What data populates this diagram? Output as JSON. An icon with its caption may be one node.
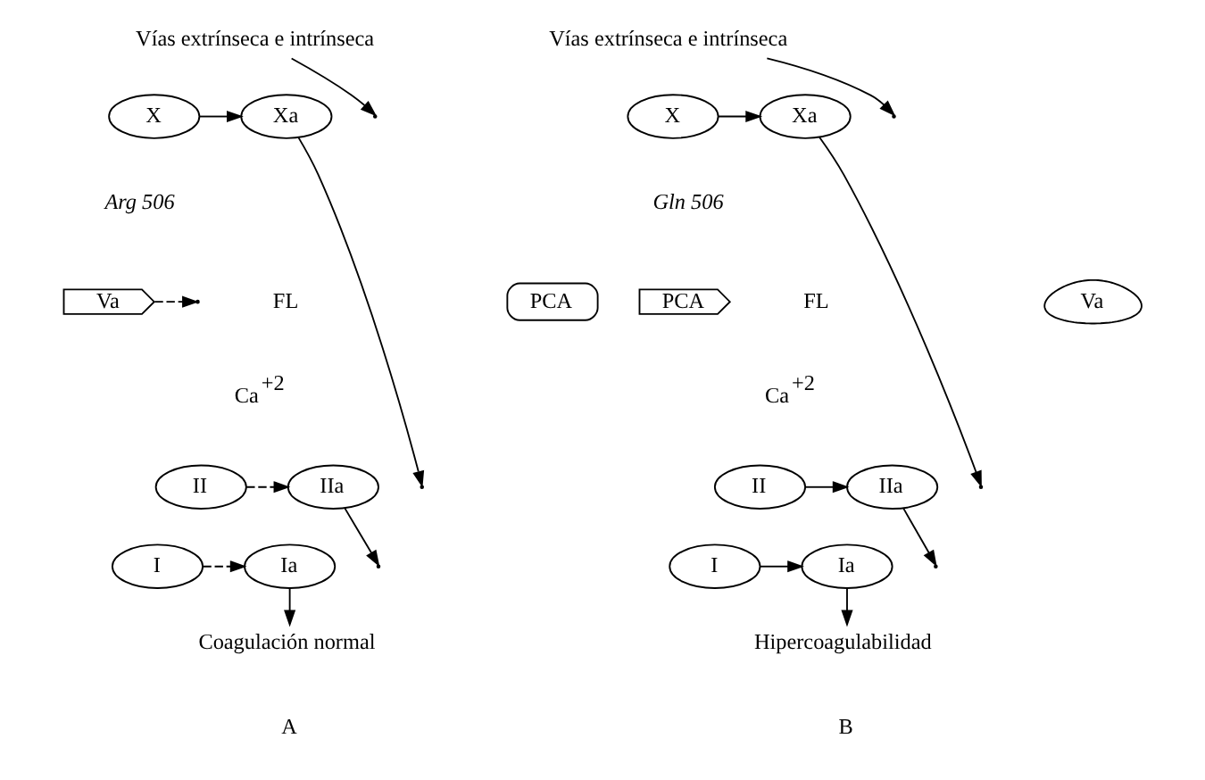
{
  "diagram": {
    "nodes": [
      {
        "text": [
          "Vías extrínseca e intrínseca"
        ]
      },
      {
        "text": [
          "X"
        ]
      },
      {
        "text": [
          "Xa"
        ]
      },
      {
        "text": [
          "Va"
        ]
      },
      {
        "text": [
          "PCA"
        ]
      },
      {
        "text": [
          "II"
        ]
      },
      {
        "text": [
          "IIa"
        ]
      },
      {
        "text": [
          "I"
        ]
      },
      {
        "text": [
          "Ia"
        ]
      },
      {
        "text": [
          "Coagulación normal"
        ]
      },
      {
        "text": [
          "Vías extrínseca e intrínseca"
        ]
      },
      {
        "text": [
          "X"
        ]
      },
      {
        "text": [
          "Xa"
        ]
      },
      {
        "text": [
          "PCA"
        ]
      },
      {
        "text": [
          "Va"
        ]
      },
      {
        "text": [
          "II"
        ]
      },
      {
        "text": [
          "IIa"
        ]
      },
      {
        "text": [
          "I"
        ]
      },
      {
        "text": [
          "Ia"
        ]
      },
      {
        "text": [
          "Hipercoagulabilidad"
        ]
      }
    ],
    "edges": [
      {
        "from": 0,
        "to": null,
        "arrow": "to"
      },
      {
        "from": 1,
        "to": 2,
        "arrow": "to"
      },
      {
        "from": 2,
        "to": null,
        "arrow": "to"
      },
      {
        "from": 3,
        "to": null,
        "arrow": "to",
        "style": "dashed"
      },
      {
        "from": 5,
        "to": 6,
        "arrow": "to",
        "style": "dashed"
      },
      {
        "from": 6,
        "to": null,
        "arrow": "to"
      },
      {
        "from": 7,
        "to": 8,
        "arrow": "to",
        "style": "dashed"
      },
      {
        "from": 8,
        "to": 9,
        "arrow": "to"
      },
      {
        "from": 10,
        "to": null,
        "arrow": "to"
      },
      {
        "from": 11,
        "to": 12,
        "arrow": "to"
      },
      {
        "from": 12,
        "to": null,
        "arrow": "to"
      },
      {
        "from": 15,
        "to": 16,
        "arrow": "to"
      },
      {
        "from": 16,
        "to": null,
        "arrow": "to"
      },
      {
        "from": 17,
        "to": 18,
        "arrow": "to"
      },
      {
        "from": 18,
        "to": 19,
        "arrow": "to"
      }
    ],
    "labels": [
      "Arg 506",
      "FL",
      "Ca$^{+2}$",
      "A",
      "Gln 506",
      "FL",
      "Ca$^{+2}$",
      "B"
    ]
  }
}
